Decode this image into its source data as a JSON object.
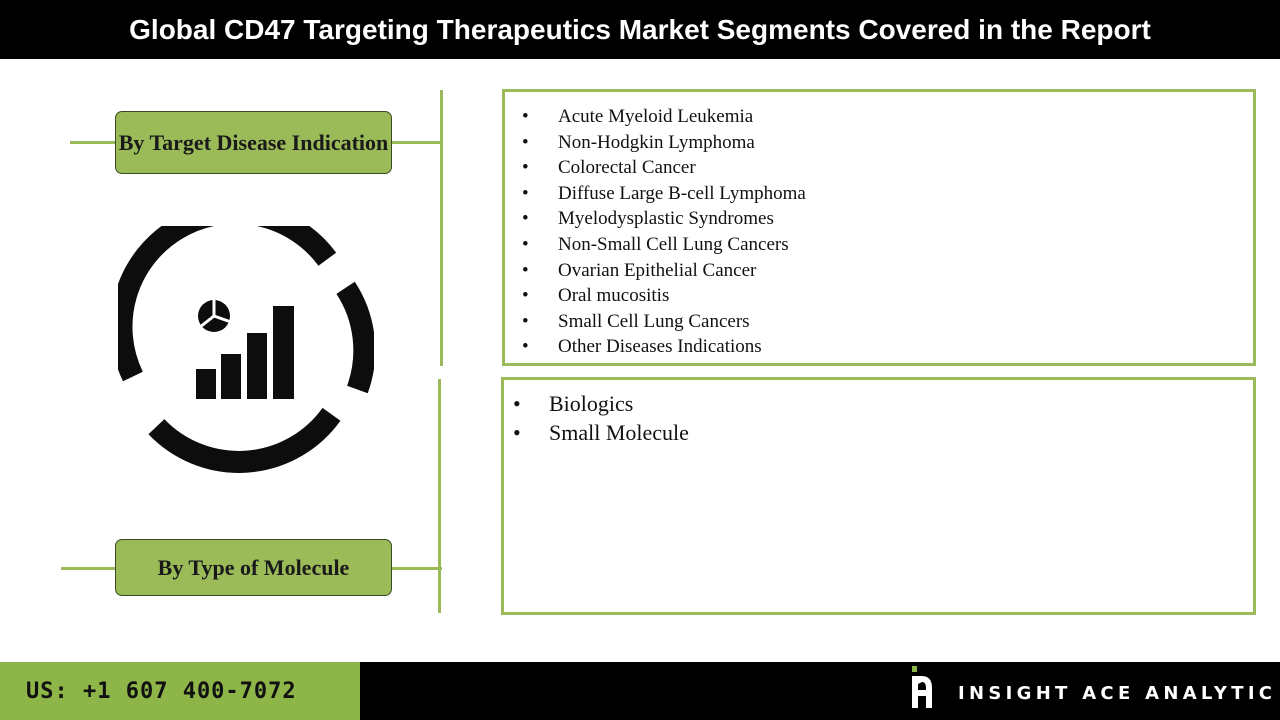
{
  "title": "Global CD47 Targeting Therapeutics Market Segments Covered in the Report",
  "segments": [
    {
      "label": "By Target Disease Indication",
      "items": [
        "Acute Myeloid Leukemia",
        "Non-Hodgkin Lymphoma",
        "Colorectal Cancer",
        "Diffuse Large B-cell Lymphoma",
        "Myelodysplastic Syndromes",
        "Non-Small Cell Lung Cancers",
        "Ovarian Epithelial Cancer",
        "Oral mucositis",
        "Small Cell Lung Cancers",
        "Other Diseases Indications"
      ]
    },
    {
      "label": "By Type of Molecule",
      "items": [
        "Biologics",
        "Small Molecule"
      ]
    }
  ],
  "center_icon": "analytics-chart-icon",
  "footer": {
    "phone": "US: +1 607 400-7072",
    "brand": "INSIGHT ACE ANALYTIC",
    "logo_icon": "insight-ace-logo-icon"
  },
  "colors": {
    "accent_green": "#9bbb59",
    "footer_green": "#8db548",
    "bar_black": "#000000"
  }
}
